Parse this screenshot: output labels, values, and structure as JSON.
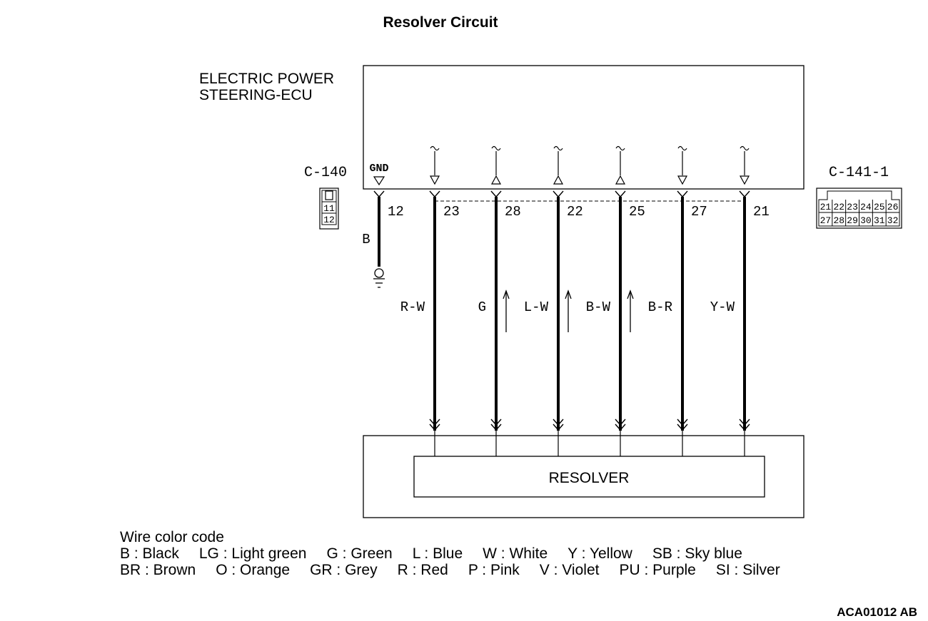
{
  "title": "Resolver Circuit",
  "ecu": {
    "label_lines": [
      "ELECTRIC POWER",
      "STEERING-ECU"
    ]
  },
  "connectors": {
    "left": {
      "name": "C-140",
      "pins": [
        "11",
        "12"
      ]
    },
    "right": {
      "name": "C-141-1",
      "rows": [
        [
          "21",
          "22",
          "23",
          "24",
          "25",
          "26"
        ],
        [
          "27",
          "28",
          "29",
          "30",
          "31",
          "32"
        ]
      ]
    }
  },
  "ground": {
    "label": "GND",
    "pin": "12",
    "wire_color": "B"
  },
  "pins": [
    {
      "pin": "23",
      "wire_color": "R-W",
      "direction": "out",
      "signal_arrow": false
    },
    {
      "pin": "28",
      "wire_color": "G",
      "direction": "in",
      "signal_arrow": true
    },
    {
      "pin": "22",
      "wire_color": "L-W",
      "direction": "in",
      "signal_arrow": true
    },
    {
      "pin": "25",
      "wire_color": "B-W",
      "direction": "in",
      "signal_arrow": true
    },
    {
      "pin": "27",
      "wire_color": "B-R",
      "direction": "out",
      "signal_arrow": false
    },
    {
      "pin": "21",
      "wire_color": "Y-W",
      "direction": "out",
      "signal_arrow": false
    }
  ],
  "resolver": {
    "label": "RESOLVER"
  },
  "legend": {
    "title": "Wire color code",
    "row1": [
      "B : Black",
      "LG : Light green",
      "G : Green",
      "L : Blue",
      "W : White",
      "Y : Yellow",
      "SB : Sky blue"
    ],
    "row2": [
      "BR : Brown",
      "O : Orange",
      "GR : Grey",
      "R : Red",
      "P : Pink",
      "V : Violet",
      "PU : Purple",
      "SI : Silver"
    ]
  },
  "figure_id": "ACA01012 AB"
}
